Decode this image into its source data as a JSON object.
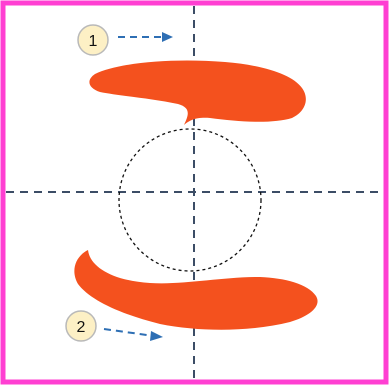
{
  "colors": {
    "frame": "#ff3fd2",
    "guide": "#3c4d66",
    "stroke_fill": "#f4511e",
    "badge_fill": "#fdf0c5",
    "badge_border": "#b9b9b9",
    "arrow": "#2e6fb4",
    "circle": "#111111"
  },
  "callouts": [
    {
      "label": "1",
      "target": "upper-stroke"
    },
    {
      "label": "2",
      "target": "lower-stroke"
    }
  ],
  "icons": {
    "frame": "magenta-border",
    "strokes": "brush-stroke-shape",
    "circle": "dashed-circle",
    "arrows": "dashed-arrow-icon"
  }
}
